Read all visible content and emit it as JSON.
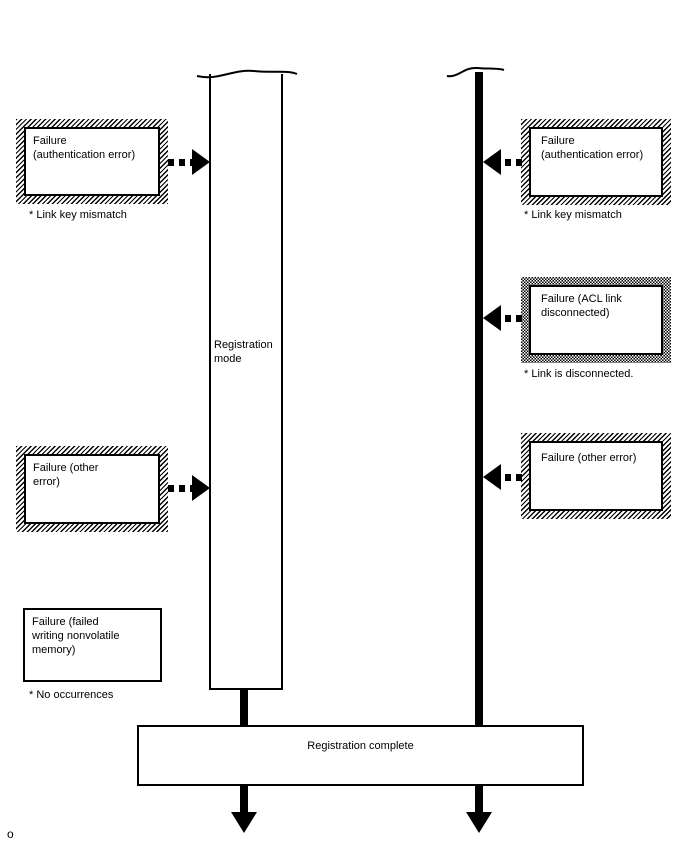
{
  "colors": {
    "ink": "#000000",
    "paper": "#ffffff"
  },
  "lifelines": {
    "registration_mode_label": "Registration mode"
  },
  "left_events": [
    {
      "label": "Failure\n(authentication error)",
      "note": "* Link key mismatch"
    },
    {
      "label": "Failure (other\nerror)"
    },
    {
      "label": "Failure (failed\nwriting nonvolatile\nmemory)",
      "note": "* No occurrences"
    }
  ],
  "right_events": [
    {
      "label": "Failure\n(authentication error)",
      "note": "* Link key mismatch"
    },
    {
      "label": "Failure (ACL link\ndisconnected)",
      "note": "* Link is disconnected."
    },
    {
      "label": "Failure (other error)"
    }
  ],
  "registration_complete_label": "Registration complete",
  "page_marker": "o"
}
